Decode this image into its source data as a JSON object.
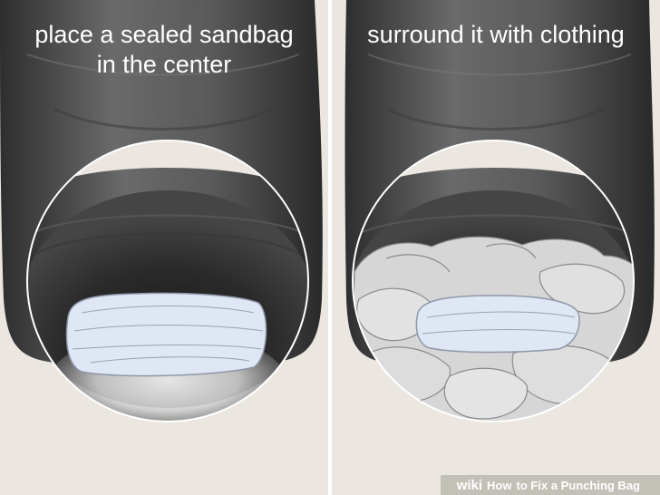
{
  "panels": [
    {
      "caption_line1": "place a sealed sandbag",
      "caption_line2": "in the center"
    },
    {
      "caption_line1": "surround it with clothing",
      "caption_line2": ""
    }
  ],
  "watermark": {
    "brand": "wiki",
    "how": "How",
    "title": "to Fix a Punching Bag"
  },
  "colors": {
    "background": "#ece6e0",
    "bag": "#4a4a4a",
    "interior": "#222222",
    "sandbag": "#dde4f2",
    "clothing": "#d9d9d9"
  }
}
